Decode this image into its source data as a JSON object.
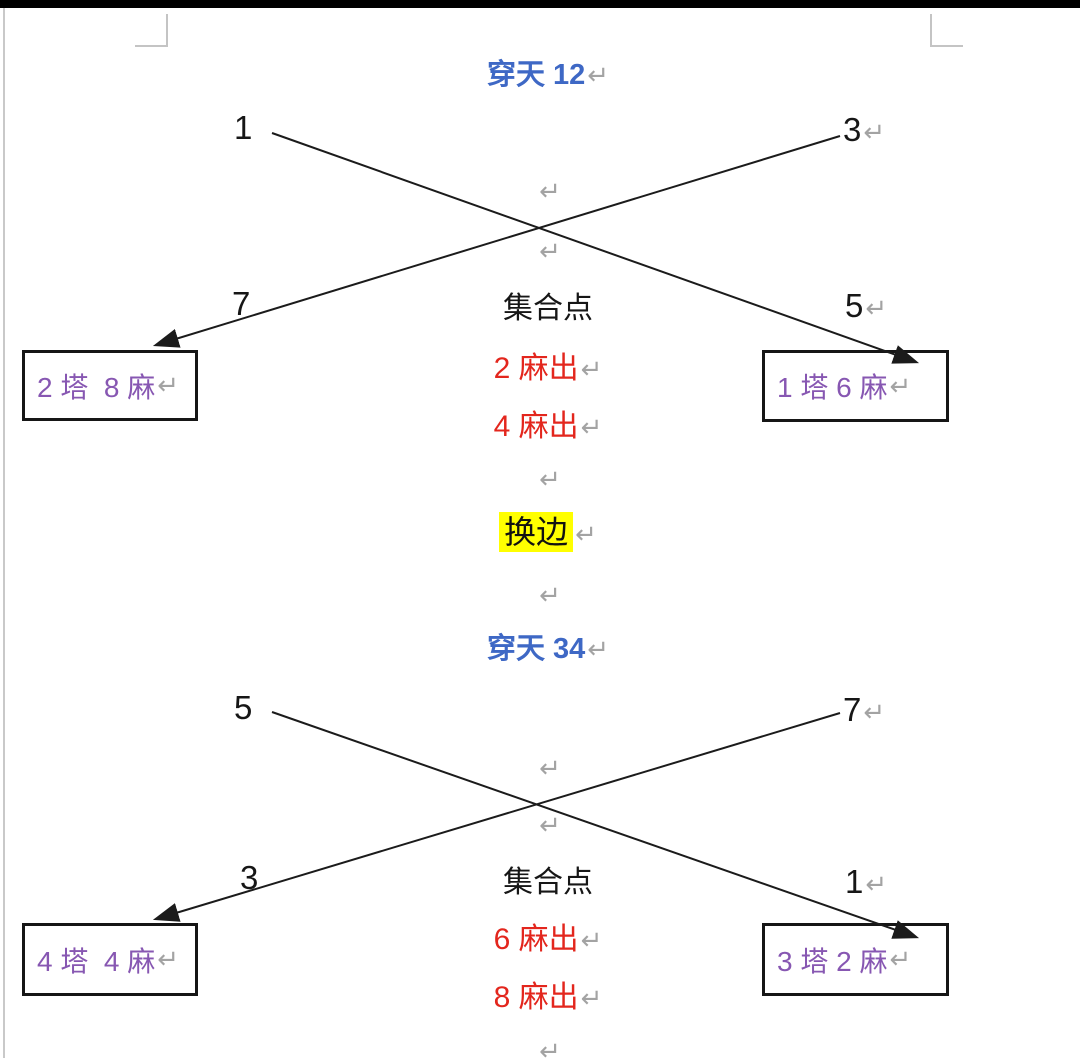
{
  "document": {
    "paragraph_mark": "↵",
    "divider_text": "换边",
    "sections": [
      {
        "title": "穿天 12",
        "labels": {
          "top_left": "1",
          "top_right": "3",
          "mid_left": "7",
          "mid_right": "5"
        },
        "center_heading": "集合点",
        "red_lines": [
          "2 麻出",
          "4 麻出"
        ],
        "left_box_text": "2 塔  8 麻",
        "right_box_text": "1 塔 6 麻"
      },
      {
        "title": "穿天 34",
        "labels": {
          "top_left": "5",
          "top_right": "7",
          "mid_left": "3",
          "mid_right": "1"
        },
        "center_heading": "集合点",
        "red_lines": [
          "6 麻出",
          "8 麻出"
        ],
        "left_box_text": "4 塔  4 麻",
        "right_box_text": "3 塔 2 麻"
      }
    ]
  },
  "colors": {
    "title_blue": "#3E68C5",
    "note_red": "#E3261D",
    "box_purple": "#8757B2",
    "mark_gray": "#A3A3A3",
    "highlight_yellow": "#FFFF00",
    "line_black": "#1B1B1B"
  }
}
